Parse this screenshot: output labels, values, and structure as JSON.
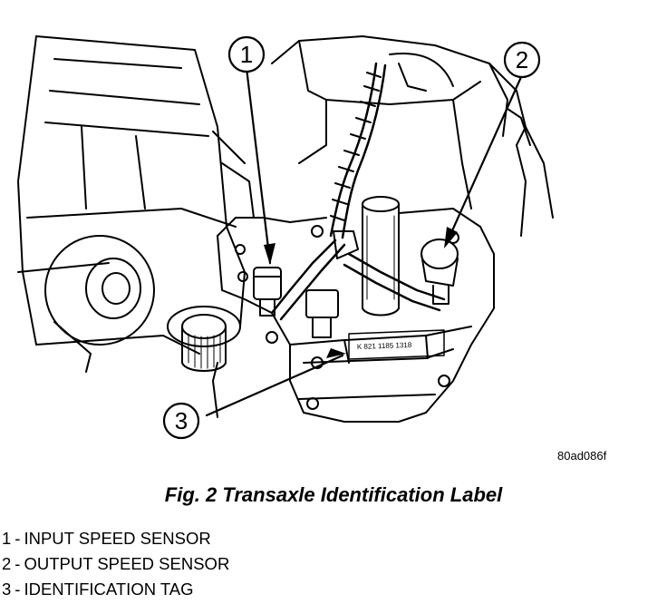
{
  "figure": {
    "callouts": [
      {
        "number": "1"
      },
      {
        "number": "2"
      },
      {
        "number": "3"
      }
    ],
    "tag_text": "K 821 1185 1318",
    "reference_code": "80ad086f"
  },
  "caption": "Fig. 2 Transaxle Identification Label",
  "legend": [
    {
      "number": "1",
      "separator": "-",
      "label": "INPUT SPEED SENSOR"
    },
    {
      "number": "2",
      "separator": "-",
      "label": "OUTPUT SPEED SENSOR"
    },
    {
      "number": "3",
      "separator": "-",
      "label": "IDENTIFICATION TAG"
    }
  ]
}
